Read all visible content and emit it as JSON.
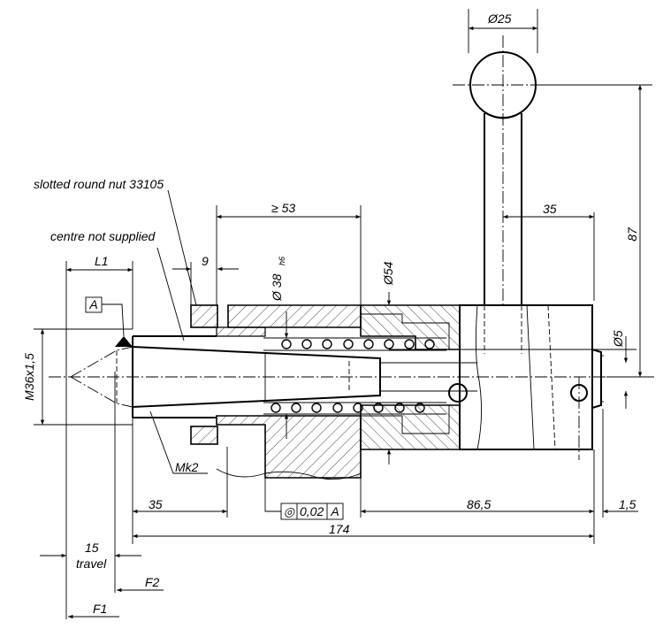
{
  "labels": {
    "nut": "slotted round nut 33105",
    "centre": "centre not supplied",
    "taper": "Mk2",
    "datum": "A",
    "thread": "M36x1,5",
    "travel": "travel",
    "f1": "F1",
    "f2": "F2"
  },
  "dims": {
    "ball_dia": "Ø25",
    "min_len": "≥ 53",
    "handle_offset": "35",
    "handle_height": "87",
    "nut_width": "9",
    "bore_dia": "Ø 38",
    "bore_tol": "h6",
    "body_dia": "Ø54",
    "pin_dia": "Ø5",
    "l1": "L1",
    "front_len": "35",
    "rear_len": "86,5",
    "rear_gap": "1,5",
    "total": "174",
    "stroke": "15"
  },
  "tolerance": {
    "symbol": "◎",
    "value": "0,02",
    "datum": "A"
  }
}
